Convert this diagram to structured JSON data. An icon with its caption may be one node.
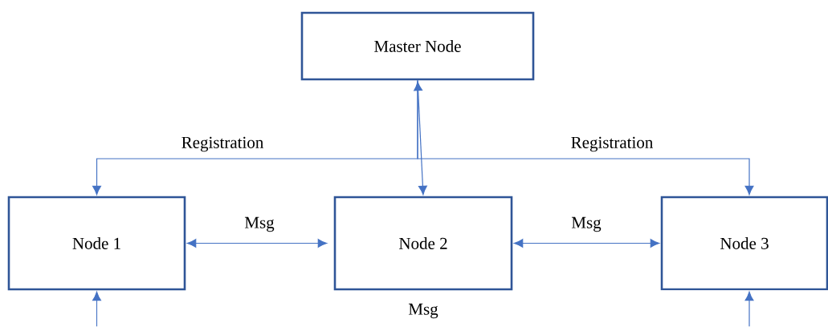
{
  "diagram": {
    "nodes": [
      {
        "text": [
          "Master Node"
        ]
      },
      {
        "text": [
          "Node 1"
        ]
      },
      {
        "text": [
          "Node 2"
        ]
      },
      {
        "text": [
          "Node 3"
        ]
      }
    ],
    "edges": [
      {
        "from": 0,
        "to": 1,
        "arrow": "to",
        "label": "Registration"
      },
      {
        "from": 0,
        "to": 2,
        "arrow": "both"
      },
      {
        "from": 0,
        "to": 3,
        "arrow": "to",
        "label": "Registration"
      },
      {
        "from": 1,
        "to": 2,
        "arrow": "both",
        "label": "Msg"
      },
      {
        "from": 2,
        "to": 3,
        "arrow": "both",
        "label": "Msg"
      },
      {
        "from": null,
        "to": 1,
        "arrow": "to"
      },
      {
        "from": null,
        "to": 3,
        "arrow": "to"
      }
    ],
    "labels": [
      "Msg"
    ]
  }
}
